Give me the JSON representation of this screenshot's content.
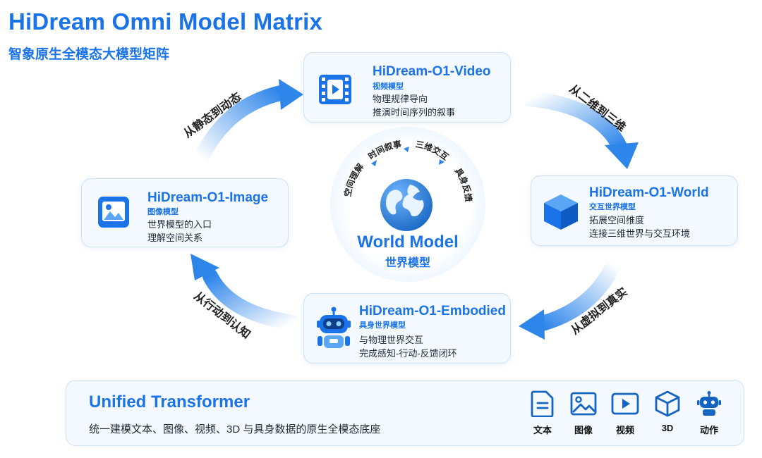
{
  "header": {
    "title": "HiDream Omni Model Matrix",
    "subtitle": "智象原生全模态大模型矩阵"
  },
  "center": {
    "title": "World Model",
    "subtitle": "世界模型",
    "ring_steps": [
      "空间理解",
      "时间叙事",
      "三维交互",
      "具身反馈"
    ]
  },
  "cards": {
    "video": {
      "name": "HiDream-O1-Video",
      "tag": "视频模型",
      "line1": "物理规律导向",
      "line2": "推演时间序列的叙事",
      "icon": "video-film-icon"
    },
    "world": {
      "name": "HiDream-O1-World",
      "tag": "交互世界模型",
      "line1": "拓展空间维度",
      "line2": "连接三维世界与交互环境",
      "icon": "cube-icon"
    },
    "embodied": {
      "name": "HiDream-O1-Embodied",
      "tag": "具身世界模型",
      "line1": "与物理世界交互",
      "line2": "完成感知-行动-反馈闭环",
      "icon": "robot-icon"
    },
    "image": {
      "name": "HiDream-O1-Image",
      "tag": "图像模型",
      "line1": "世界模型的入口",
      "line2": "理解空间关系",
      "icon": "image-icon"
    }
  },
  "arrows": {
    "static_to_dynamic": "从静态到动态",
    "two_to_three_d": "从二维到三维",
    "virtual_to_real": "从虚拟到真实",
    "action_to_cognition": "从行动到认知"
  },
  "bottom": {
    "title": "Unified Transformer",
    "description": "统一建模文本、图像、视频、3D 与具身数据的原生全模态底座",
    "modalities": [
      "文本",
      "图像",
      "视频",
      "3D",
      "动作"
    ]
  },
  "colors": {
    "accent": "#1a73e8",
    "card_bg": "#f4f9ff",
    "arrow": "#2f86ea"
  }
}
